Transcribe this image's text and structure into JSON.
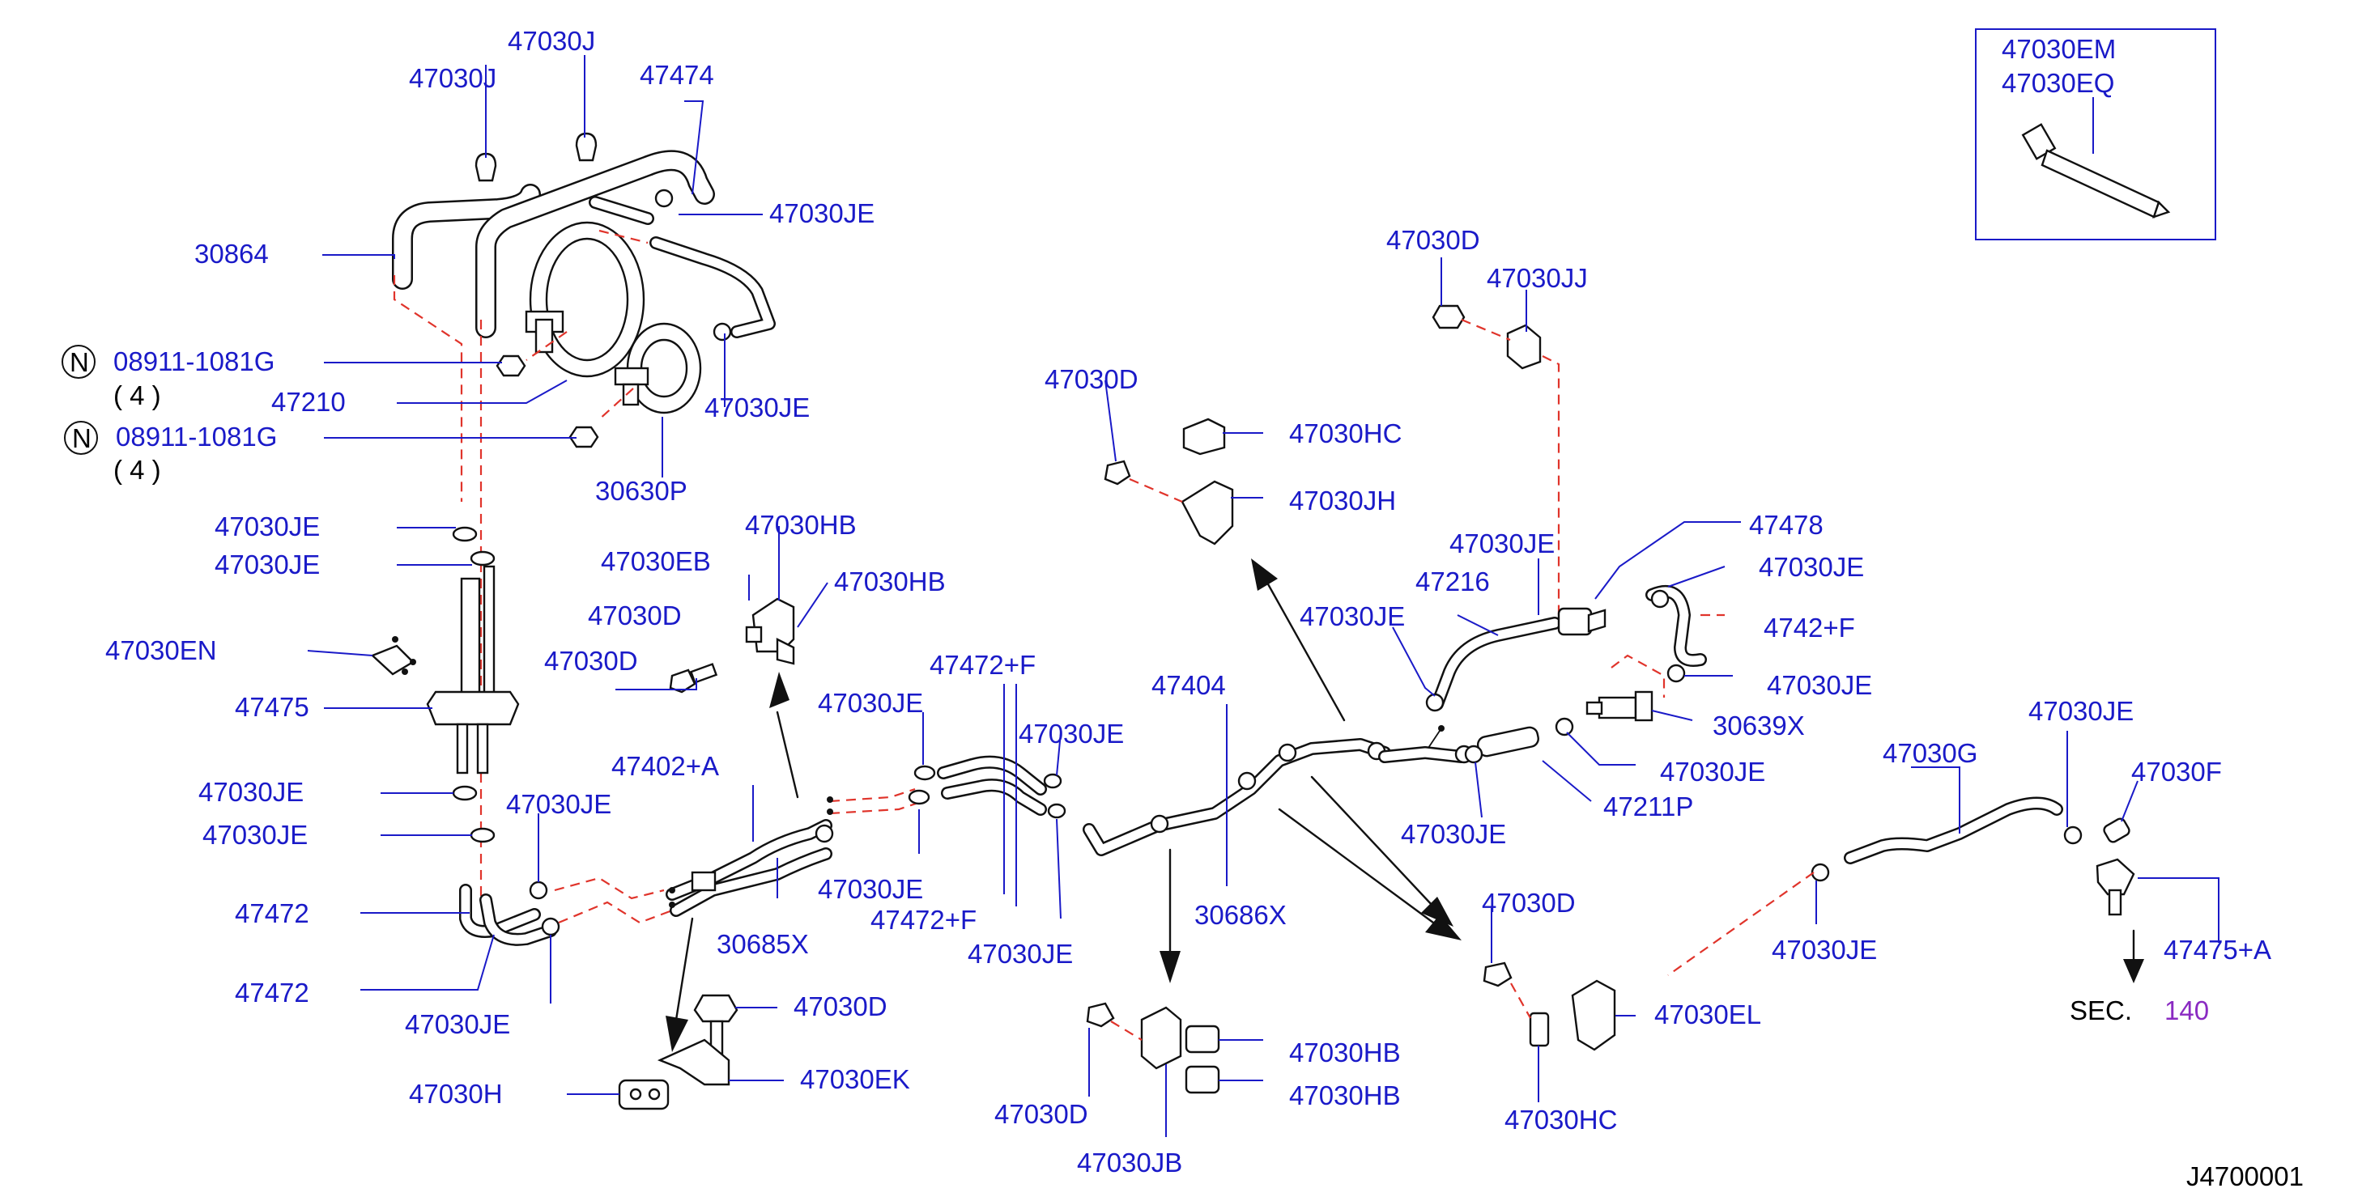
{
  "diagram_code": "J4700001",
  "sec_ref": {
    "prefix": "SEC.",
    "number": "140"
  },
  "n_marker": "N",
  "quantity": "( 4 )",
  "inset_labels": [
    "47030EM",
    "47030EQ"
  ],
  "labels": {
    "l47030J_a": "47030J",
    "l47030J_b": "47030J",
    "l47474": "47474",
    "l47030JE_top": "47030JE",
    "l30864": "30864",
    "l08911_a": "08911-1081G",
    "l08911_b": "08911-1081G",
    "l47210": "47210",
    "l47030JE_canister": "47030JE",
    "l30630P": "30630P",
    "l47030JE_l1": "47030JE",
    "l47030JE_l2": "47030JE",
    "l47030EN": "47030EN",
    "l47475": "47475",
    "l47030JE_l3": "47030JE",
    "l47030JE_l4": "47030JE",
    "l47472_a": "47472",
    "l47472_b": "47472",
    "l47030JE_l5": "47030JE",
    "l47030JE_l6": "47030JE",
    "l47402A": "47402+A",
    "l30685X": "30685X",
    "l47030D_a": "47030D",
    "l47030H": "47030H",
    "l47030EK": "47030EK",
    "l47030EB": "47030EB",
    "l47030HB_a": "47030HB",
    "l47030HB_b": "47030HB",
    "l47030D_b": "47030D",
    "l47030D_c": "47030D",
    "l47030JE_m1": "47030JE",
    "l47030JE_m2": "47030JE",
    "l47030JE_m3": "47030JE",
    "l47030JE_m4": "47030JE",
    "l47472F_a": "47472+F",
    "l47472F_b": "47472+F",
    "l47404": "47404",
    "l30686X": "30686X",
    "l47030D_d": "47030D",
    "l47030HC_a": "47030HC",
    "l47030JH": "47030JH",
    "l47030D_e": "47030D",
    "l47030HB_c": "47030HB",
    "l47030HB_d": "47030HB",
    "l47030JB": "47030JB",
    "l47030D_f": "47030D",
    "l47030JJ": "47030JJ",
    "l47030JE_r1": "47030JE",
    "l47216": "47216",
    "l47030JE_r2": "47030JE",
    "l47478": "47478",
    "l47030JE_r3": "47030JE",
    "l4742F": "4742+F",
    "l47030JE_r4": "47030JE",
    "l30639X": "30639X",
    "l47030JE_r5": "47030JE",
    "l47211P": "47211P",
    "l47030JE_r6": "47030JE",
    "l47030D_g": "47030D",
    "l47030EL": "47030EL",
    "l47030HC_b": "47030HC",
    "l47030JE_r7": "47030JE",
    "l47030G": "47030G",
    "l47030JE_r8": "47030JE",
    "l47030F": "47030F",
    "l47475A": "47475+A"
  }
}
